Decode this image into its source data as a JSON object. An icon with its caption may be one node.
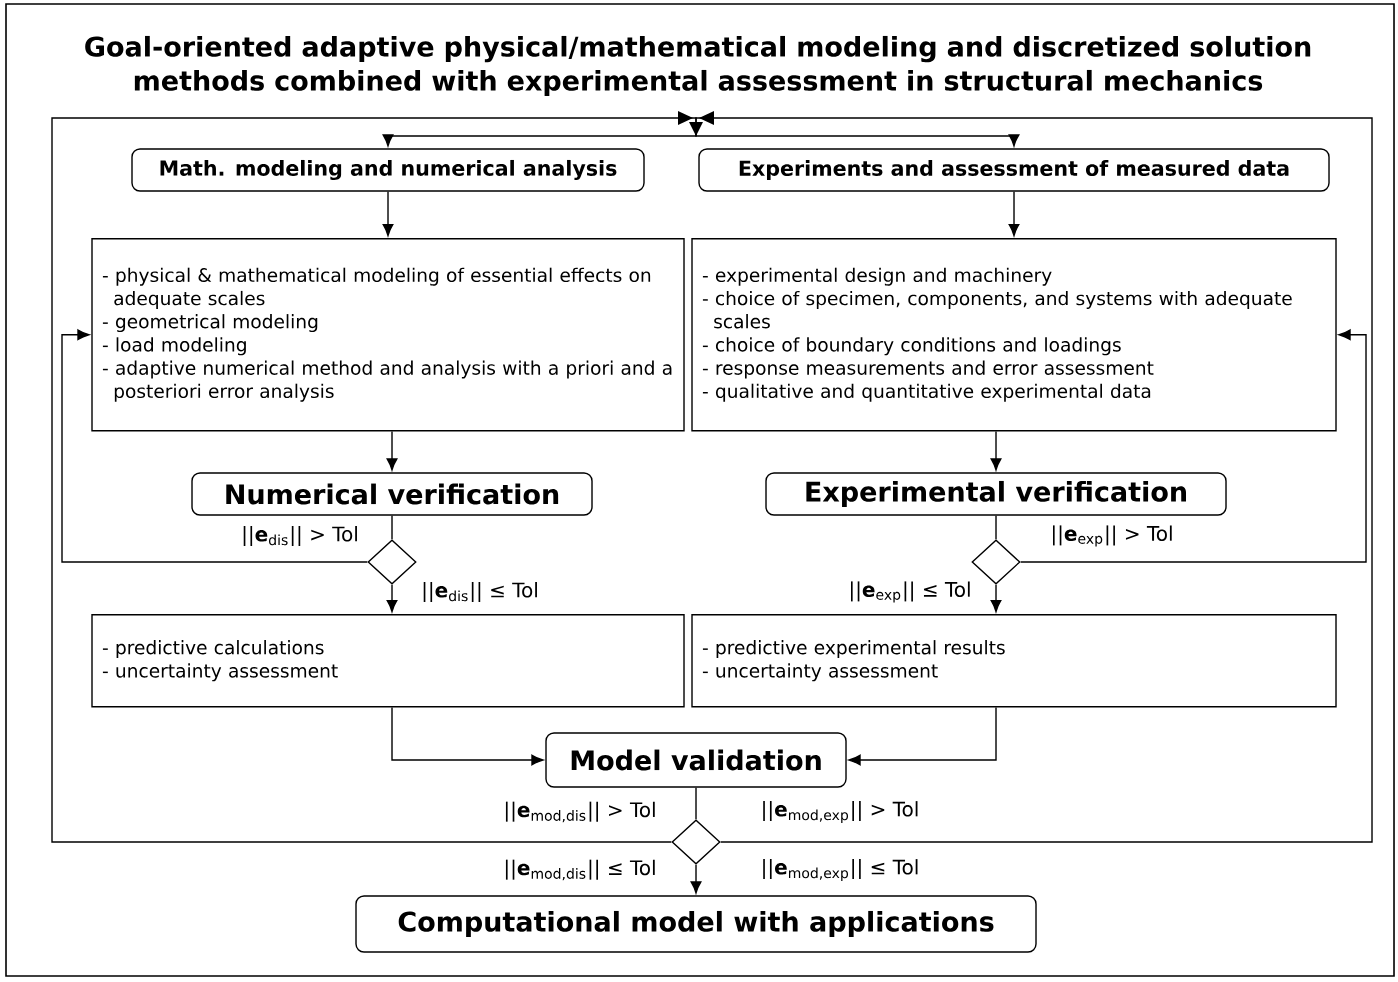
{
  "diagram": {
    "title": "Goal-oriented adaptive physical/mathematical modeling and discretized solution methods combined with experimental assessment in structural mechanics",
    "nodes": [
      {
        "text": [
          "Math. modeling and numerical analysis"
        ]
      },
      {
        "text": [
          "Experiments and assessment of measured data"
        ]
      },
      {
        "text": [
          "- physical & mathematical modeling of essential effects on adequate scales",
          "- geometrical modeling",
          "- load modeling",
          "- adaptive numerical method and analysis with a priori and a posteriori error analysis"
        ]
      },
      {
        "text": [
          "- experimental design and machinery",
          "- choice of specimen, components, and systems with adequate scales",
          "- choice of boundary conditions and loadings",
          "- response measurements and error assessment",
          "- qualitative and quantitative experimental data"
        ]
      },
      {
        "text": [
          "Numerical verification"
        ]
      },
      {
        "text": [
          "Experimental verification"
        ]
      },
      {
        "text": [],
        "shape": "diamond"
      },
      {
        "text": [],
        "shape": "diamond"
      },
      {
        "text": [
          "- predictive calculations",
          "- uncertainty assessment"
        ]
      },
      {
        "text": [
          "- predictive experimental results",
          "- uncertainty assessment"
        ]
      },
      {
        "text": [
          "Model validation"
        ]
      },
      {
        "text": [],
        "shape": "diamond"
      },
      {
        "text": [
          "Computational model with applications"
        ]
      }
    ],
    "edges": [
      {
        "from": 0,
        "to": 2,
        "arrow": "to"
      },
      {
        "from": 1,
        "to": 3,
        "arrow": "to"
      },
      {
        "from": 2,
        "to": 4,
        "arrow": "to"
      },
      {
        "from": 3,
        "to": 5,
        "arrow": "to"
      },
      {
        "from": 4,
        "to": 6,
        "arrow": "none"
      },
      {
        "from": 5,
        "to": 7,
        "arrow": "none"
      },
      {
        "from": 6,
        "to": 2,
        "arrow": "to",
        "label": "||**e**$_{dis}$|| > Tol"
      },
      {
        "from": 7,
        "to": 3,
        "arrow": "to",
        "label": "||**e**$_{exp}$|| > Tol"
      },
      {
        "from": 6,
        "to": 8,
        "arrow": "to",
        "label": "||**e**$_{dis}$|| ≤ Tol"
      },
      {
        "from": 7,
        "to": 9,
        "arrow": "to",
        "label": "||**e**$_{exp}$|| ≤ Tol"
      },
      {
        "from": 8,
        "to": 10,
        "arrow": "to"
      },
      {
        "from": 9,
        "to": 10,
        "arrow": "to"
      },
      {
        "from": 10,
        "to": 11,
        "arrow": "none"
      },
      {
        "from": 11,
        "to": 0,
        "arrow": "to",
        "label": "||**e**$_{mod,dis}$|| > Tol"
      },
      {
        "from": 11,
        "to": 1,
        "arrow": "to",
        "label": "||**e**$_{mod,exp}$|| > Tol"
      },
      {
        "from": 11,
        "to": 12,
        "arrow": "to"
      }
    ],
    "labels": [
      "||**e**$_{mod,dis}$|| ≤ Tol",
      "||**e**$_{mod,exp}$|| ≤ Tol"
    ]
  }
}
